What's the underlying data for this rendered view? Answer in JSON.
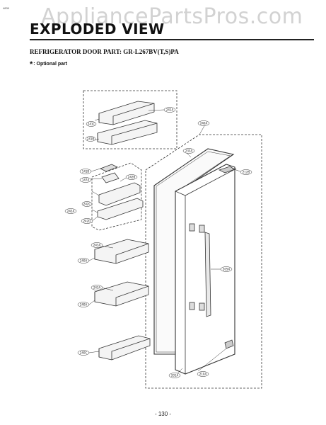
{
  "watermark": "AppliancePartsPros.com",
  "corner_tag": "4839",
  "title": "EXPLODED VIEW",
  "subtitle": "REFRIGERATOR DOOR PART: GR-L267BV(T,S)PA",
  "note": {
    "symbol": "*",
    "text": ": Optional part"
  },
  "page_number": "- 130 -",
  "parts": {
    "p241A": "241A",
    "p241C": "241C",
    "p241B": "241B",
    "p240A": "240A",
    "p233A": "233A",
    "p212A": "212A",
    "p212B": "212B",
    "p141B": "141B",
    "p147A": "147A",
    "p242B": "242B",
    "p242C": "242C",
    "p242A": "242A",
    "p242D": "242D",
    "p243A_1": "243A",
    "p243A_2": "243A",
    "p240A_2": "240A",
    "p240A_3": "240A",
    "p205A": "205A",
    "p240C": "240C",
    "p201A": "201A",
    "p210A": "210A"
  }
}
